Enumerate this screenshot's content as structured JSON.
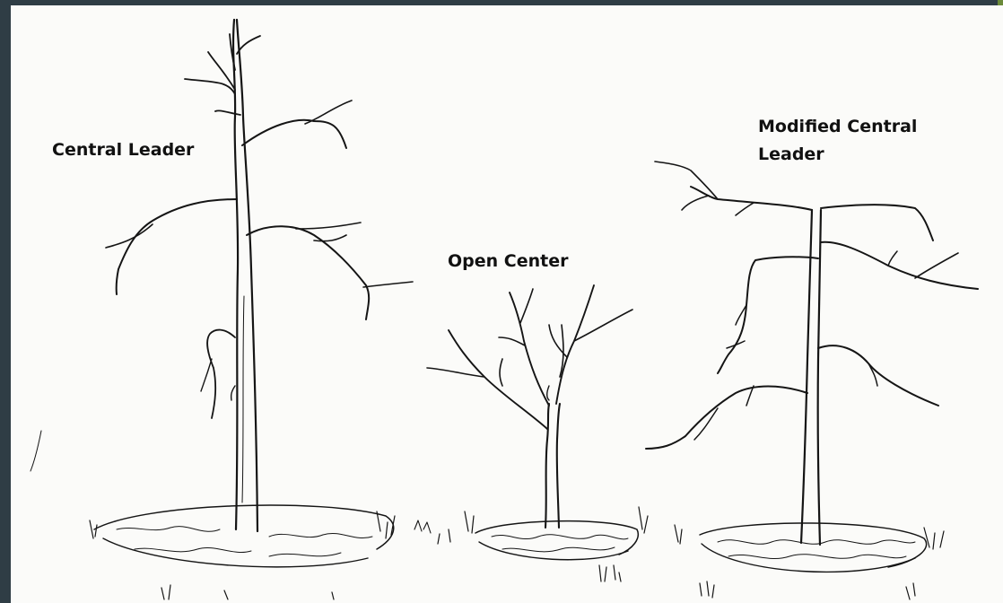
{
  "labels": {
    "central_leader": "Central Leader",
    "open_center": "Open Center",
    "modified_central_leader_line1": "Modified Central",
    "modified_central_leader_line2": "Leader"
  },
  "colors": {
    "frame": "#2f3d45",
    "paper": "#fbfbf9",
    "ink": "#151515",
    "corner_accent": "#6b8a3a"
  },
  "trees": [
    {
      "form": "central_leader",
      "label_ref": "labels.central_leader"
    },
    {
      "form": "open_center",
      "label_ref": "labels.open_center"
    },
    {
      "form": "modified_central_leader",
      "label_ref": "labels.modified_central_leader_line1"
    }
  ]
}
